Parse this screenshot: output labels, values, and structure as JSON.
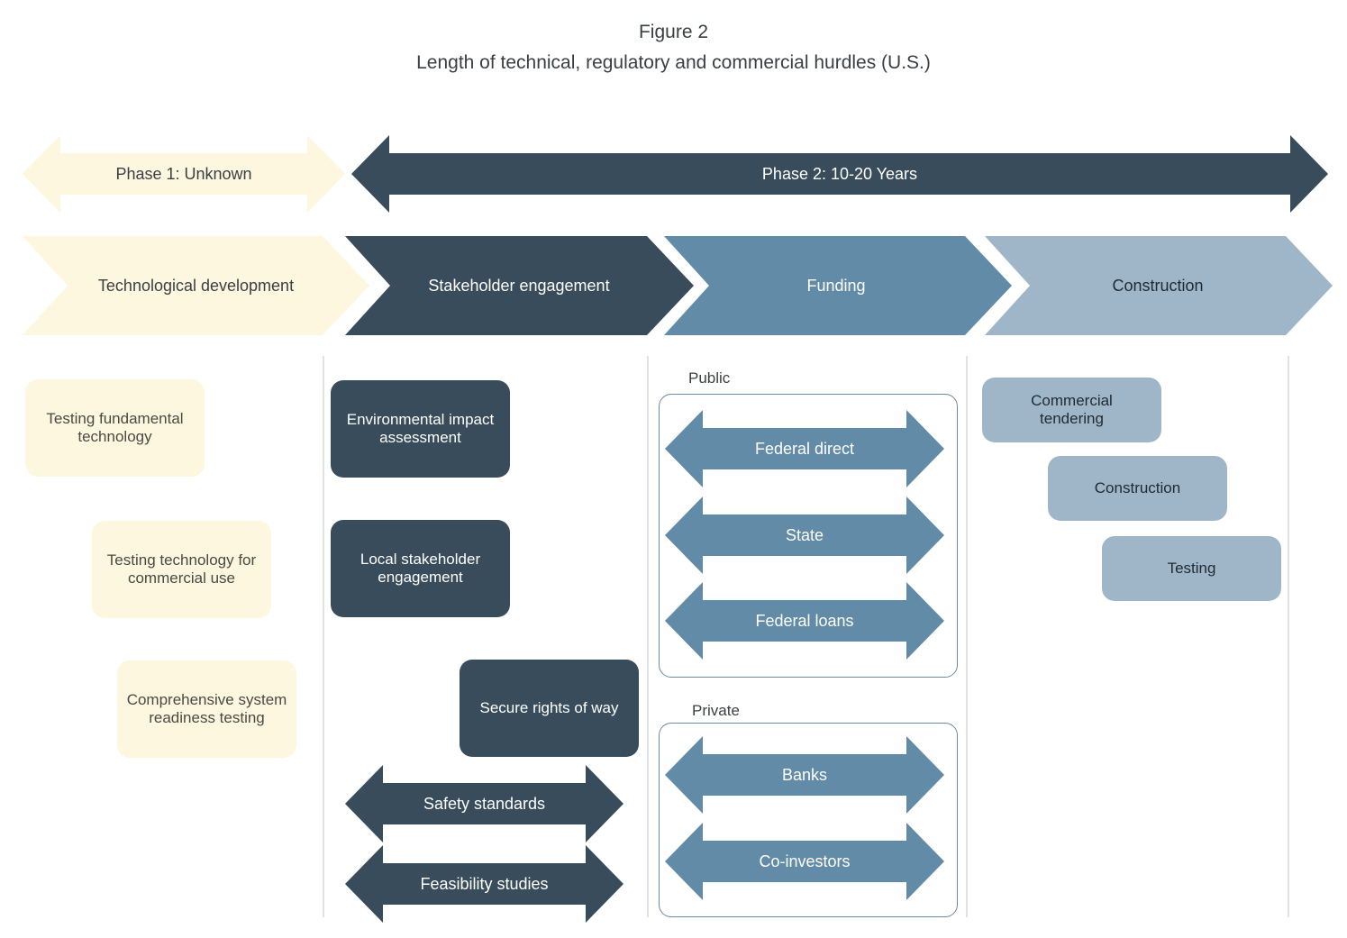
{
  "figure": {
    "label": "Figure 2",
    "title": "Length of technical, regulatory and commercial hurdles (U.S.)"
  },
  "phases": [
    {
      "label": "Phase 1: Unknown",
      "color": "#fdf7df",
      "text_color": "#3a3f44"
    },
    {
      "label": "Phase 2: 10-20 Years",
      "color": "#384c5b",
      "text_color": "#ffffff"
    }
  ],
  "stages": [
    {
      "label": "Technological development",
      "color": "#fdf7df",
      "text_color": "#3a3f44"
    },
    {
      "label": "Stakeholder engagement",
      "color": "#384c5b",
      "text_color": "#ffffff"
    },
    {
      "label": "Funding",
      "color": "#628ba8",
      "text_color": "#ffffff"
    },
    {
      "label": "Construction",
      "color": "#9fb6c8",
      "text_color": "#1f2a33"
    }
  ],
  "technological": {
    "items": [
      "Testing fundamental technology",
      "Testing technology for commercial use",
      "Comprehensive system readiness testing"
    ]
  },
  "stakeholder": {
    "boxes": [
      "Environmental impact assessment",
      "Local stakeholder engagement",
      "Secure rights of way"
    ],
    "arrows": [
      "Safety standards",
      "Feasibility studies"
    ]
  },
  "funding": {
    "public_label": "Public",
    "public_items": [
      "Federal direct",
      "State",
      "Federal loans"
    ],
    "private_label": "Private",
    "private_items": [
      "Banks",
      "Co-investors"
    ]
  },
  "construction": {
    "items": [
      "Commercial tendering",
      "Construction",
      "Testing"
    ]
  },
  "colors": {
    "cream": "#fdf7df",
    "navy": "#384c5b",
    "steel_blue": "#628ba8",
    "pale_blue": "#9fb6c8",
    "divider": "#d6d9dc"
  }
}
